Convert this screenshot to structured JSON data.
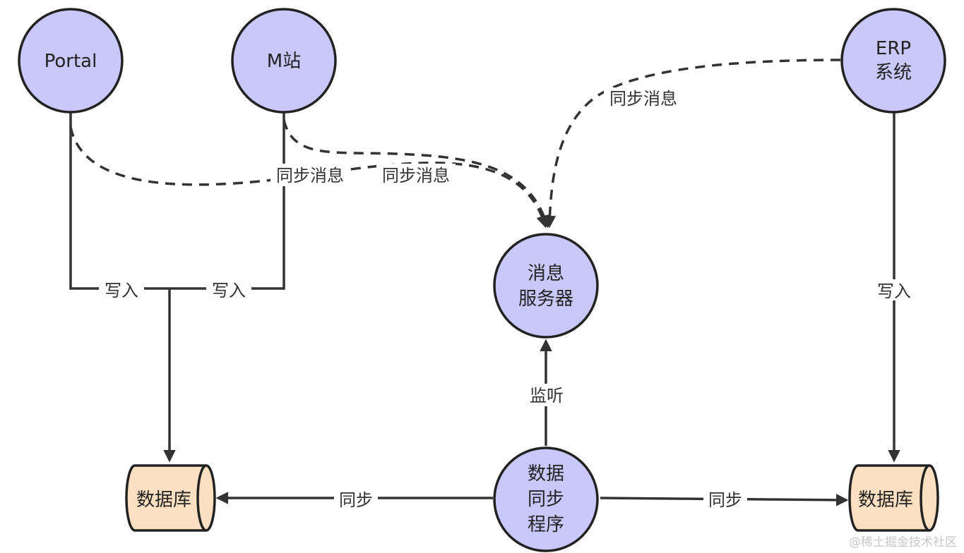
{
  "nodes": {
    "portal": {
      "label": "Portal"
    },
    "m_site": {
      "label": "M站"
    },
    "erp": {
      "lines": [
        "ERP",
        "系统"
      ]
    },
    "msg_server": {
      "lines": [
        "消息",
        "服务器"
      ]
    },
    "sync_program": {
      "lines": [
        "数据",
        "同步",
        "程序"
      ]
    },
    "db_left": {
      "label": "数据库"
    },
    "db_right": {
      "label": "数据库"
    }
  },
  "edges": {
    "portal_write": "写入",
    "m_write": "写入",
    "erp_write": "写入",
    "portal_sync_msg": "同步消息",
    "m_sync_msg": "同步消息",
    "erp_sync_msg": "同步消息",
    "listen": "监听",
    "sync_left": "同步",
    "sync_right": "同步"
  },
  "watermark": "@稀土掘金技术社区",
  "colors": {
    "node_fill": "#c8c8fb",
    "db_fill": "#fde0c2",
    "stroke": "#222222"
  }
}
